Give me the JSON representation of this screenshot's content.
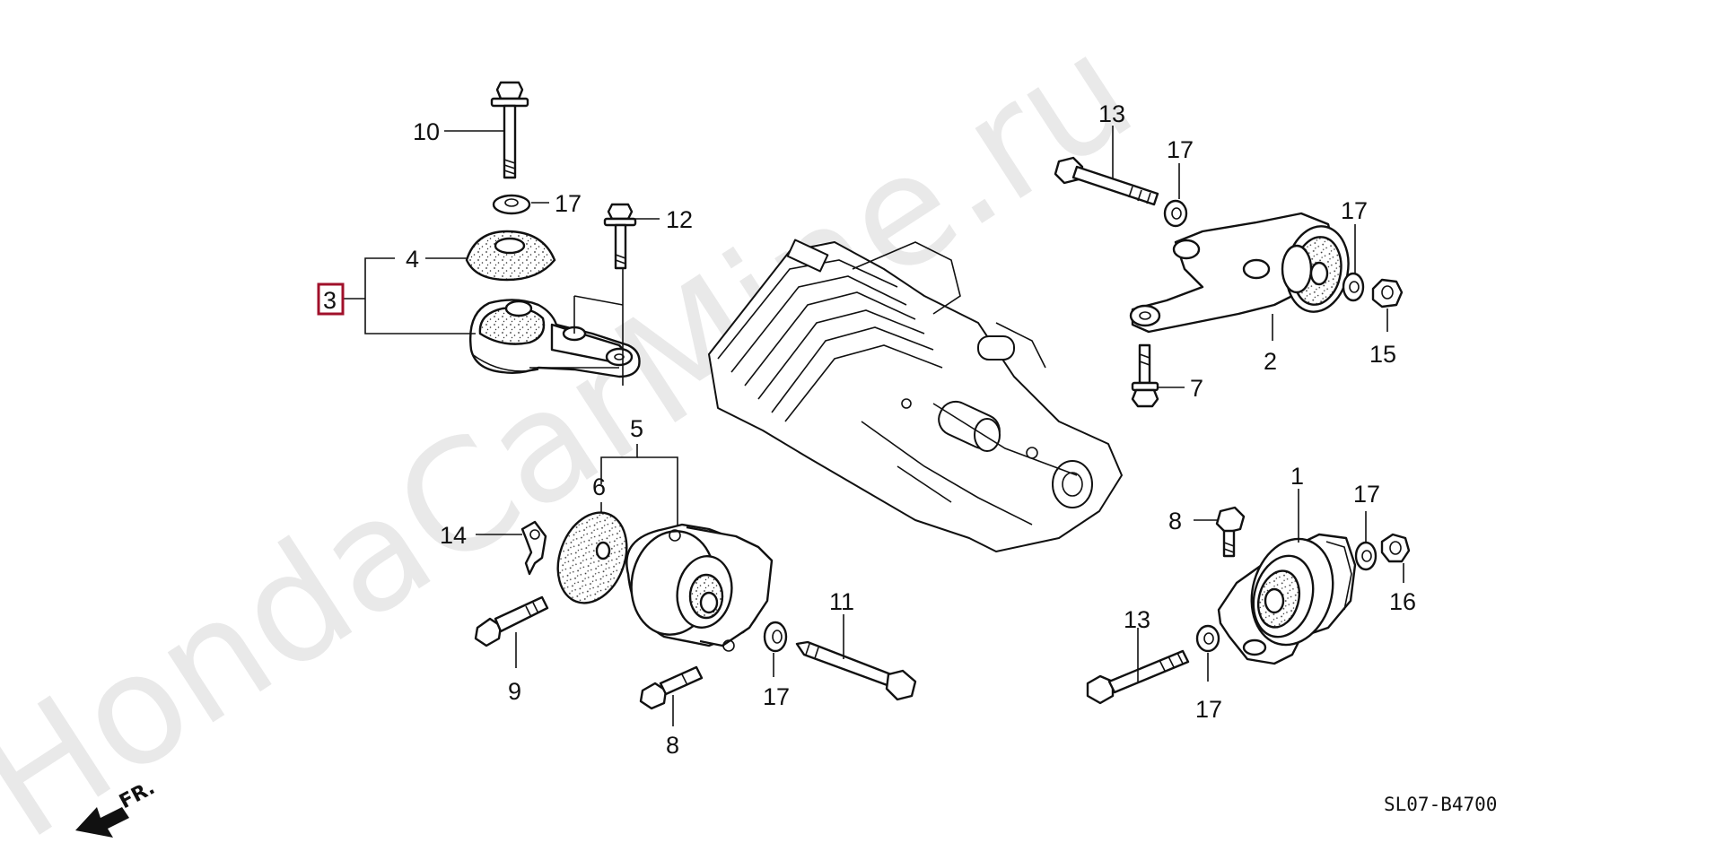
{
  "watermark": "HondaCarMine.ru",
  "diagram_code": "SL07-B4700",
  "direction_label": "FR.",
  "highlighted_label": "3",
  "colors": {
    "highlight": "#a0102a",
    "ink": "#111111",
    "watermark": "#e9e9e9"
  },
  "labels": {
    "l1": "1",
    "l2": "2",
    "l4": "4",
    "l5": "5",
    "l6": "6",
    "l7": "7",
    "l8a": "8",
    "l8b": "8",
    "l9": "9",
    "l10": "10",
    "l11": "11",
    "l12": "12",
    "l13a": "13",
    "l13b": "13",
    "l14": "14",
    "l15": "15",
    "l16": "16",
    "l17a": "17",
    "l17b": "17",
    "l17c": "17",
    "l17d": "17",
    "l17e": "17",
    "l17f": "17"
  }
}
